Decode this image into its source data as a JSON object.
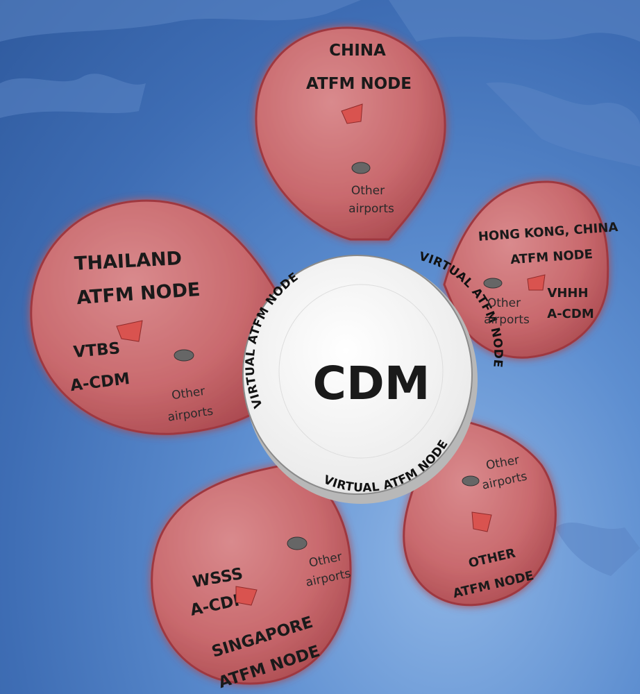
{
  "center": {
    "label": "CDM",
    "ring_label_1": "VIRTUAL ATFM NODE",
    "ring_label_2": "VIRTUAL ATFM NODE",
    "ring_label_3": "VIRTUAL ATFM NODE"
  },
  "nodes": {
    "china": {
      "line1": "CHINA",
      "line2": "ATFM NODE",
      "other_1": "Other",
      "other_2": "airports"
    },
    "hong_kong": {
      "line1": "HONG KONG, CHINA",
      "line2": "ATFM NODE",
      "acdm_1": "VHHH",
      "acdm_2": "A-CDM",
      "other_1": "Other",
      "other_2": "airports"
    },
    "thailand": {
      "line1": "THAILAND",
      "line2": "ATFM NODE",
      "acdm_1": "VTBS",
      "acdm_2": "A-CDM",
      "other_1": "Other",
      "other_2": "airports"
    },
    "singapore": {
      "line1": "SINGAPORE",
      "line2": "ATFM NODE",
      "acdm_1": "WSSS",
      "acdm_2": "A-CDM",
      "other_1": "Other",
      "other_2": "airports"
    },
    "other": {
      "line1": "OTHER",
      "line2": "ATFM NODE",
      "other_1": "Other",
      "other_2": "airports"
    }
  },
  "colors": {
    "petal": "#c96a6e",
    "petal_edge": "#a8383f",
    "hub": "#f4f4f4",
    "background": "#4a7cc2"
  }
}
